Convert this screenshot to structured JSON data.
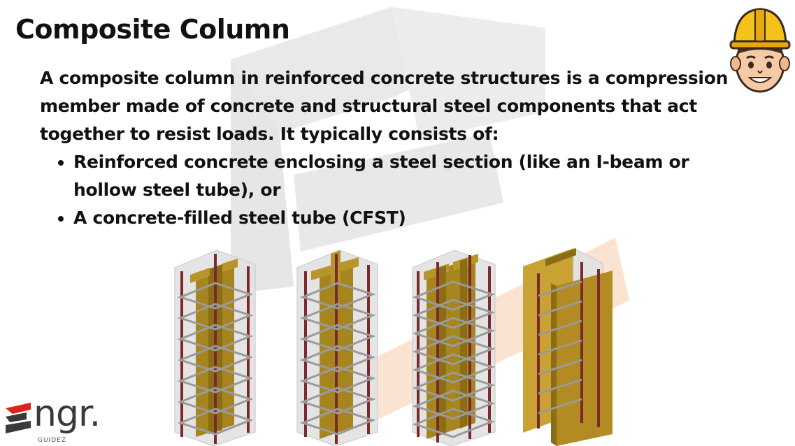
{
  "slide": {
    "title": "Composite Column",
    "intro": "A composite column in reinforced concrete structures is a compression member made of concrete and structural steel components that act together to resist loads. It typically consists of:",
    "bullets": [
      "Reinforced concrete enclosing a steel section (like an I-beam or hollow steel tube), or",
      "A concrete-filled steel tube (CFST)"
    ]
  },
  "logo": {
    "word": "ngr.",
    "subtitle": "GUIDEZ"
  },
  "colors": {
    "text": "#111111",
    "steel_section": "#9b7a1a",
    "rebar": "#7a2a2a",
    "ties": "#9a9a9a",
    "concrete": "#dcdcdc",
    "watermark_gray": "#e6e6e6",
    "watermark_orange": "#fbe3d2",
    "logo_red": "#d9251c"
  },
  "icons": {
    "avatar": "engineer-avatar-icon",
    "watermark": "engr-watermark-icon",
    "logo": "engr-logo-icon"
  }
}
